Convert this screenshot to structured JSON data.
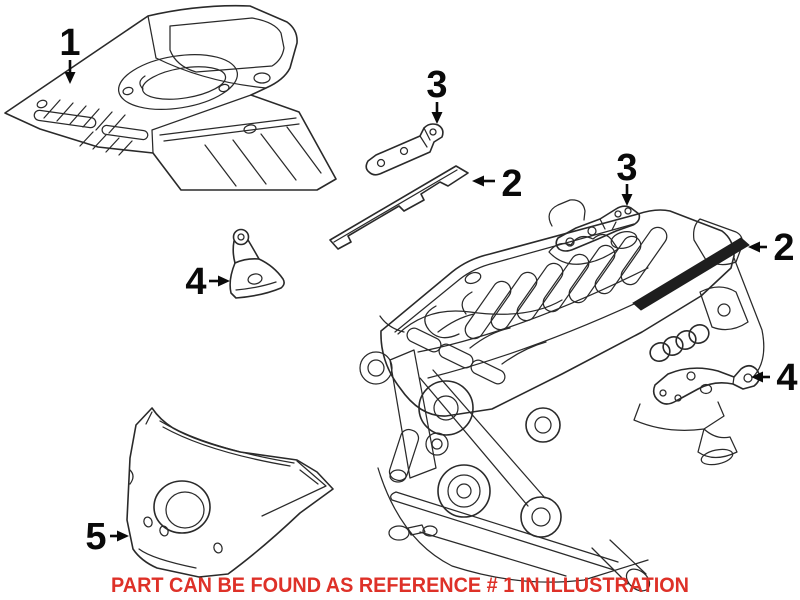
{
  "colors": {
    "background": "#ffffff",
    "line": "#2a2a2a",
    "callout": "#0a0a0a",
    "note_red": "#de3128",
    "strip_fill": "#1e1e1e"
  },
  "callouts": [
    {
      "id": "callout-1",
      "label": "1",
      "points_to": "engine-cover"
    },
    {
      "id": "callout-3-left",
      "label": "3",
      "points_to": "mounting-bracket-left"
    },
    {
      "id": "callout-2-left",
      "label": "2",
      "points_to": "trim-strip-left"
    },
    {
      "id": "callout-4-left",
      "label": "4",
      "points_to": "small-bracket-left"
    },
    {
      "id": "callout-3-right",
      "label": "3",
      "points_to": "mounting-bracket-right"
    },
    {
      "id": "callout-2-right",
      "label": "2",
      "points_to": "trim-strip-right"
    },
    {
      "id": "callout-4-right",
      "label": "4",
      "points_to": "support-bracket-right"
    },
    {
      "id": "callout-5",
      "label": "5",
      "points_to": "side-cover-panel"
    }
  ],
  "note": {
    "text": "PART CAN BE FOUND AS REFERENCE # 1 IN ILLUSTRATION"
  }
}
